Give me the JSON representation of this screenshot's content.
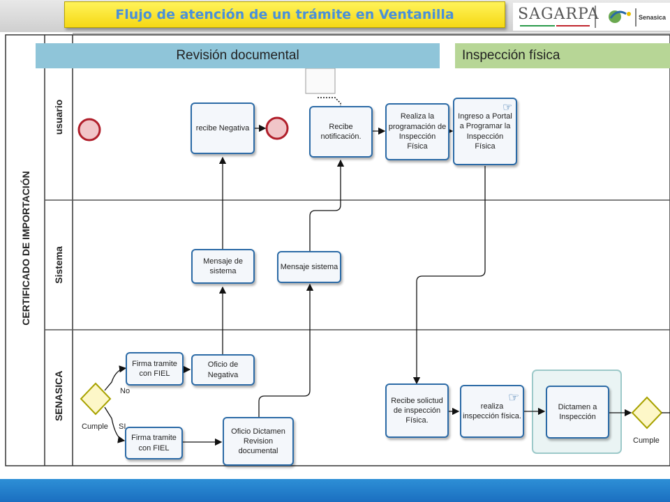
{
  "header": {
    "title": "Flujo de atención de un trámite en Ventanilla",
    "logo_left": "SAGARPA",
    "logo_right": "Senasica"
  },
  "phases": {
    "revision": "Revisión documental",
    "inspeccion": "Inspección física"
  },
  "pool": {
    "label": "CERTIFICADO DE IMPORTACIÓN"
  },
  "lanes": {
    "usuario": "usuario",
    "sistema": "Sistema",
    "senasica": "SENASICA"
  },
  "tasks": {
    "recibe_negativa": "recibe Negativa",
    "recibe_notificacion": "Recibe notificación.",
    "realiza_programacion": "Realiza la programación de Inspección Física",
    "ingreso_portal": "Ingreso a Portal a Programar la Inspección Física",
    "mensaje_sistema_1": "Mensaje de sistema",
    "mensaje_sistema_2": "Mensaje sistema",
    "firma_fiel_1": "Firma tramite con FIEL",
    "oficio_negativa": "Oficio de Negativa",
    "firma_fiel_2": "Firma tramite con FIEL",
    "oficio_dictamen": "Oficio Dictamen Revision documental",
    "recibe_solicitud": "Recibe solictud de inspección Física.",
    "realiza_inspeccion": "realiza inspección física.",
    "dictamen_inspeccion": "Dictamen a Inspección"
  },
  "gateways": {
    "cumple_1": "Cumple",
    "cumple_2": "Cumple",
    "no_label": "No",
    "si_label": "SI"
  }
}
